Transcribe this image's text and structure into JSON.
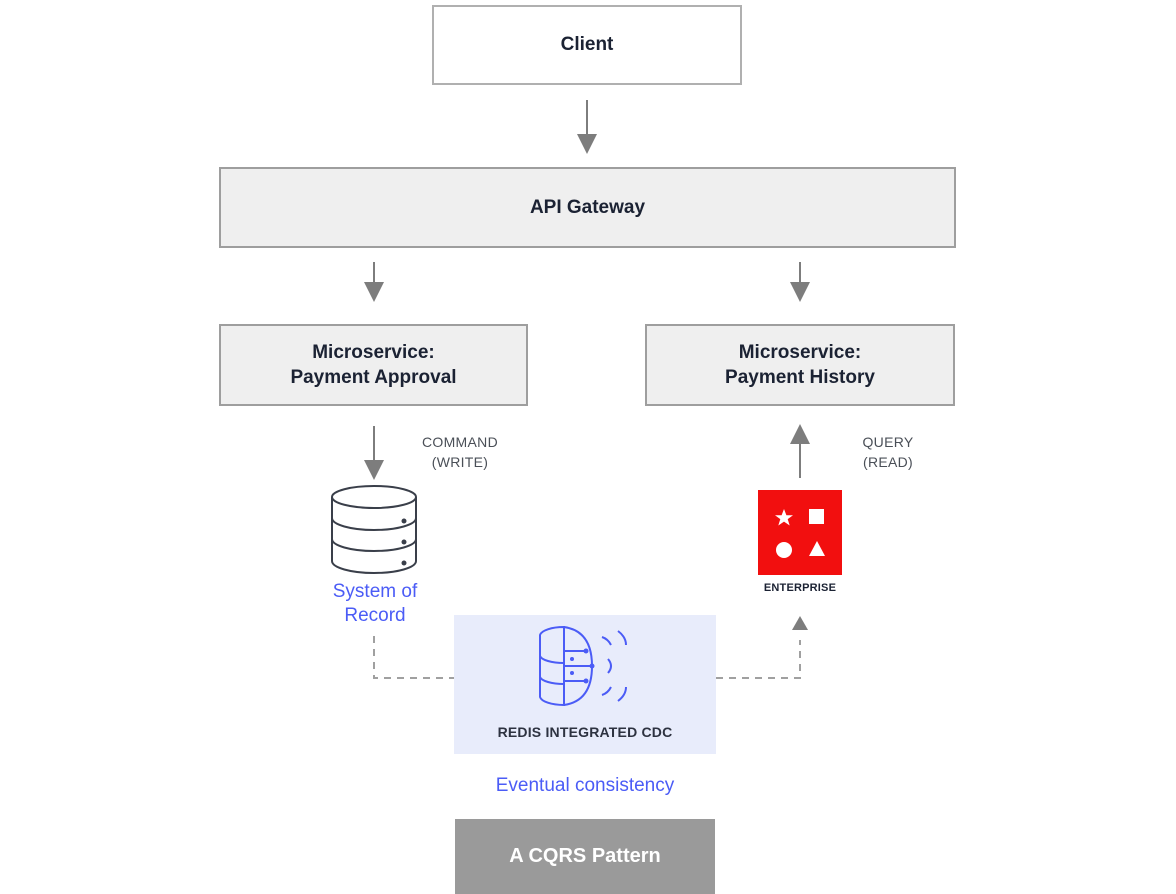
{
  "client": {
    "label": "Client"
  },
  "gateway": {
    "label": "API Gateway"
  },
  "microservice_approval": {
    "line1": "Microservice:",
    "line2": "Payment Approval"
  },
  "microservice_history": {
    "line1": "Microservice:",
    "line2": "Payment History"
  },
  "command": {
    "line1": "COMMAND",
    "line2": "(WRITE)"
  },
  "query": {
    "line1": "QUERY",
    "line2": "(READ)"
  },
  "system_of_record": {
    "line1": "System of",
    "line2": "Record"
  },
  "redis_enterprise": {
    "label": "ENTERPRISE",
    "icon": "redis-enterprise-logo"
  },
  "cdc": {
    "label": "REDIS INTEGRATED CDC",
    "icon": "cdc-icon"
  },
  "eventual_consistency": "Eventual consistency",
  "pattern": {
    "label": "A CQRS Pattern"
  },
  "colors": {
    "accent": "#4b5cf6",
    "redis_red": "#f20f0f",
    "box_fill": "#efefef",
    "cdc_fill": "#e8ecfb",
    "pattern_fill": "#9a9a9a",
    "arrow": "#7d7d7d"
  }
}
